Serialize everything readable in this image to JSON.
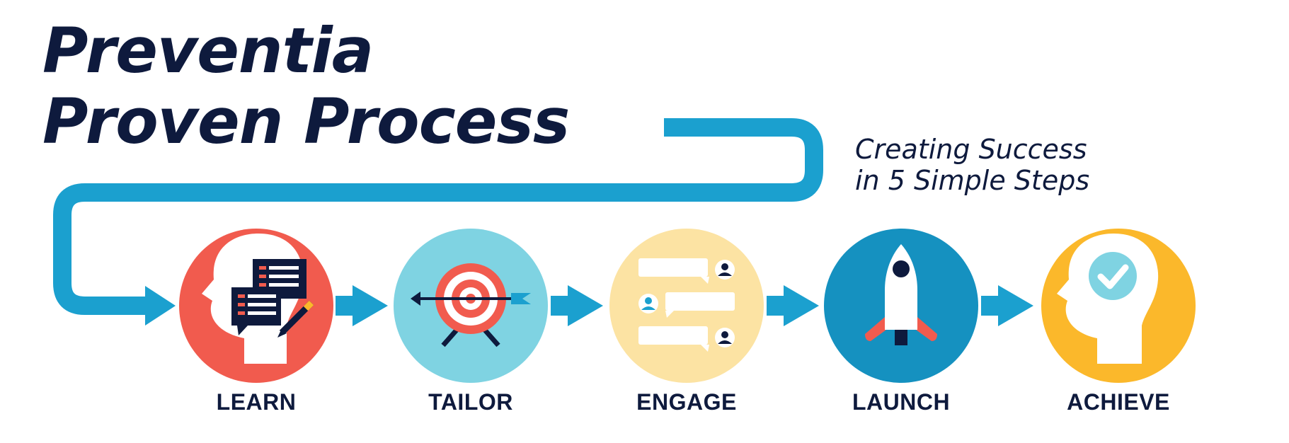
{
  "title": {
    "line1": "Preventia",
    "line2": "Proven Process"
  },
  "subtitle": {
    "line1": "Creating Success",
    "line2": "in 5 Simple Steps"
  },
  "colors": {
    "navy": "#0e1a3d",
    "path_blue": "#1ba0cf",
    "learn": "#f15b4e",
    "tailor": "#7fd3e2",
    "engage": "#fce3a3",
    "launch": "#1591c0",
    "achieve": "#fbb82b"
  },
  "steps": [
    {
      "label": "LEARN",
      "icon": "head-documents-icon"
    },
    {
      "label": "TAILOR",
      "icon": "target-arrow-icon"
    },
    {
      "label": "ENGAGE",
      "icon": "chat-messages-icon"
    },
    {
      "label": "LAUNCH",
      "icon": "rocket-icon"
    },
    {
      "label": "ACHIEVE",
      "icon": "head-checkmark-icon"
    }
  ]
}
